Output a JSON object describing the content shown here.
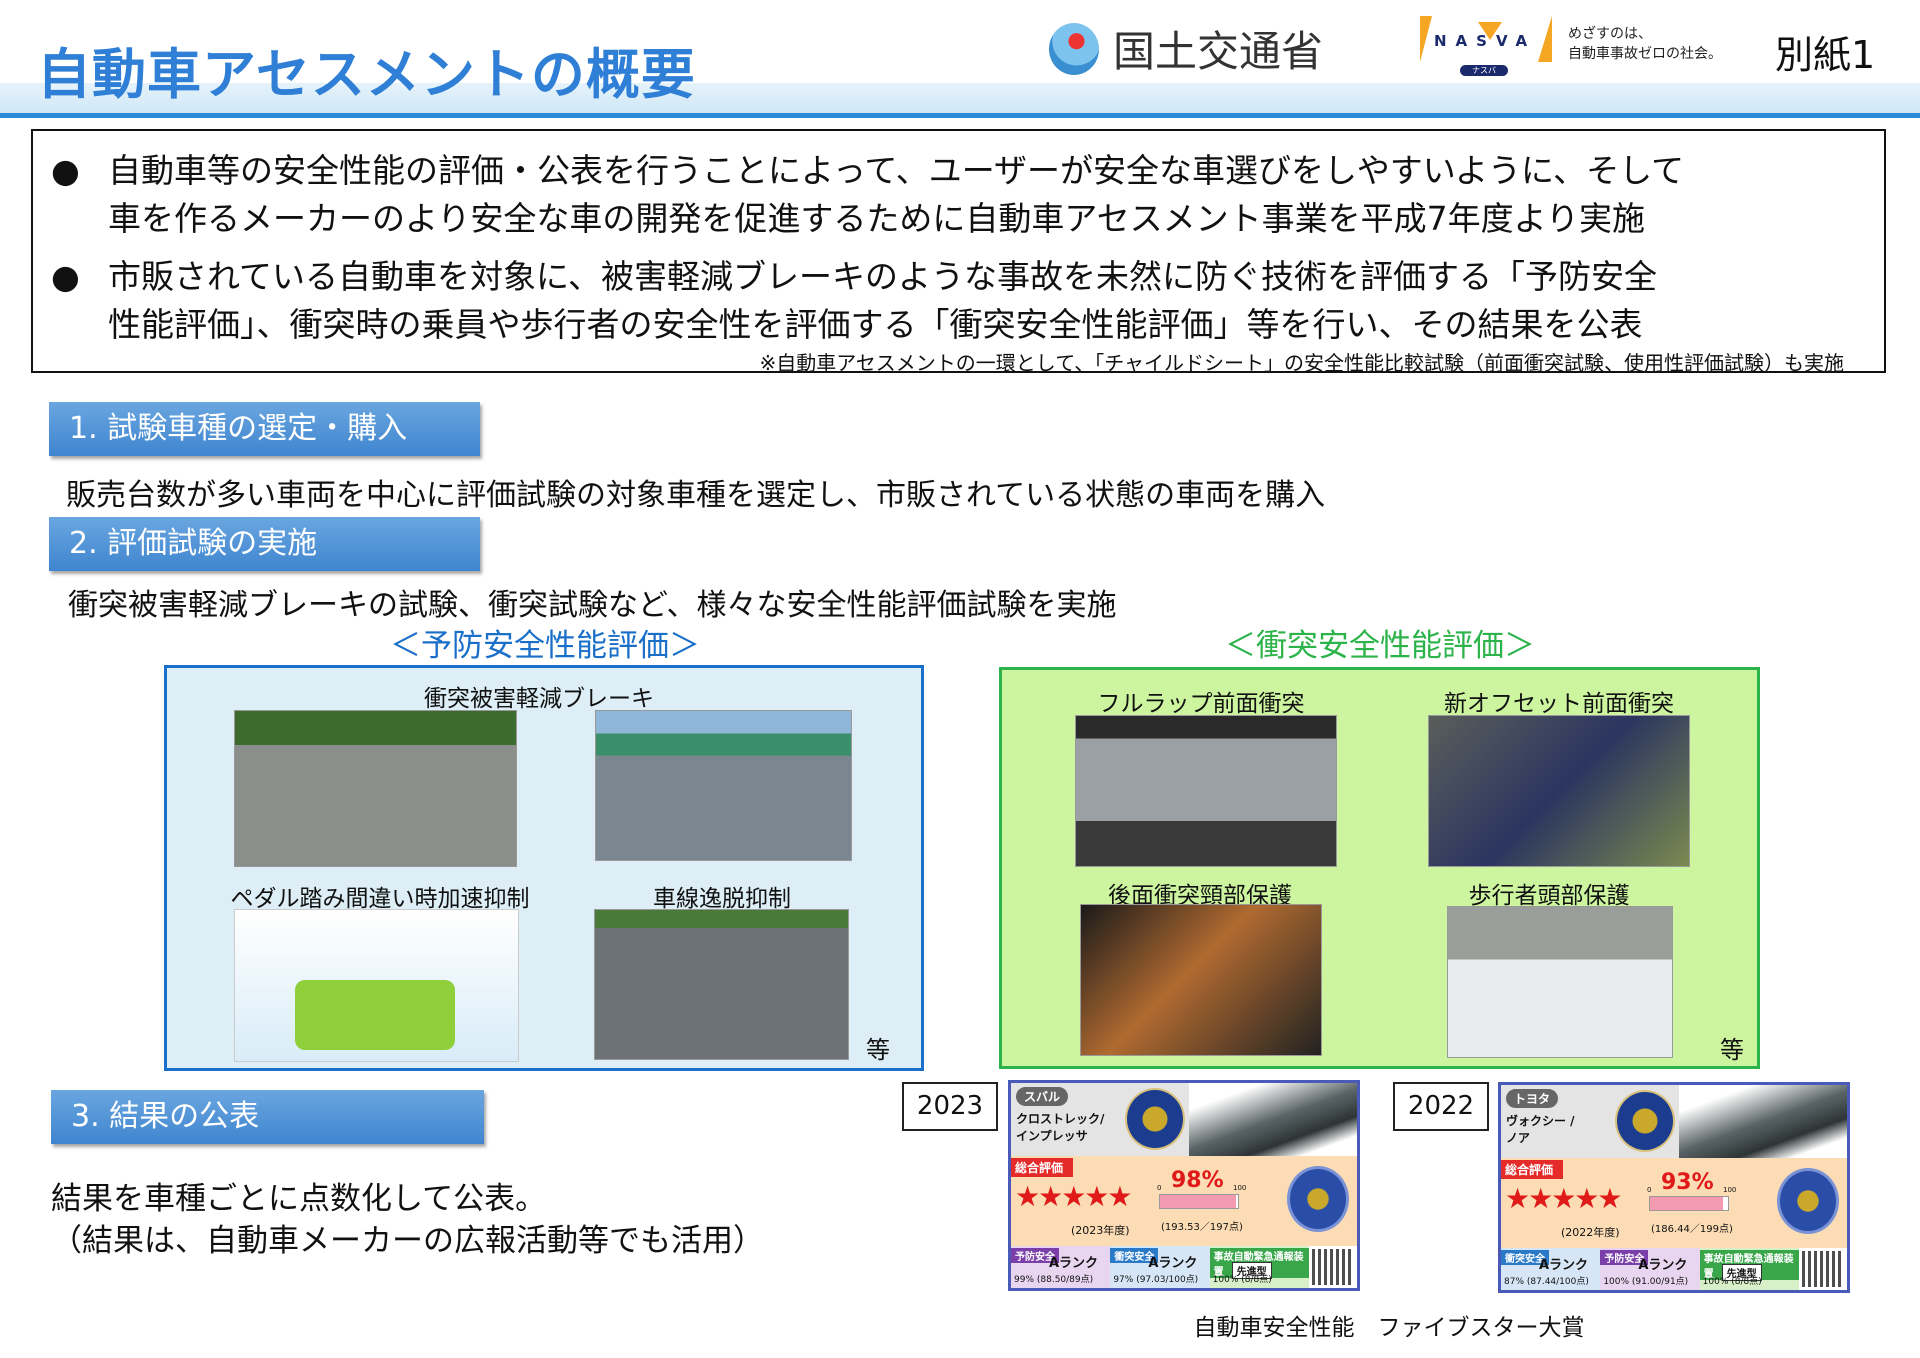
{
  "header": {
    "title": "自動車アセスメントの概要",
    "ministry": "国土交通省",
    "nasva_logo": "NASVA",
    "nasva_kana": "ナスバ",
    "tagline_1": "めざすのは、",
    "tagline_2": "自動車事故ゼロの社会。",
    "annex": "別紙1"
  },
  "intro": {
    "bullet_icon": "●",
    "lines": [
      "自動車等の安全性能の評価・公表を行うことによって、ユーザーが安全な車選びをしやすいように、そして",
      "車を作るメーカーのより安全な車の開発を促進するために自動車アセスメント事業を平成7年度より実施",
      "市販されている自動車を対象に、被害軽減ブレーキのような事故を未然に防ぐ技術を評価する「予防安全",
      "性能評価」、衝突時の乗員や歩行者の安全性を評価する「衝突安全性能評価」等を行い、その結果を公表"
    ],
    "note": "※自動車アセスメントの一環として、「チャイルドシート」の安全性能比較試験（前面衝突試験、使用性評価試験）も実施"
  },
  "sections": [
    {
      "heading": "1. 試験車種の選定・購入",
      "text": "販売台数が多い車両を中心に評価試験の対象車種を選定し、市販されている状態の車両を購入"
    },
    {
      "heading": "2. 評価試験の実施",
      "text": "衝突被害軽減ブレーキの試験、衝突試験など、様々な安全性能評価試験を実施"
    },
    {
      "heading": "3. 結果の公表",
      "text": "結果を車種ごとに点数化して公表。",
      "text2": "（結果は、自動車メーカーの広報活動等でも活用）"
    }
  ],
  "preventive": {
    "title": "＜予防安全性能評価＞",
    "color": "#1a6fc8",
    "items": [
      "衝突被害軽減ブレーキ",
      "ペダル踏み間違い時加速抑制",
      "車線逸脱抑制"
    ],
    "etc": "等"
  },
  "collision": {
    "title": "＜衝突安全性能評価＞",
    "color": "#2cb34a",
    "items": [
      "フルラップ前面衝突",
      "新オフセット前面衝突",
      "後面衝突頸部保護",
      "歩行者頭部保護"
    ],
    "etc": "等"
  },
  "awards": {
    "caption": "自動車安全性能　ファイブスター大賞",
    "overall_label": "総合評価",
    "stars": "★★★★★",
    "cards": [
      {
        "year": "2023",
        "maker": "スバル",
        "model_1": "クロストレック/",
        "model_2": "インプレッサ",
        "rating_year": "(2023年度)",
        "percent": "98%",
        "percent_value": 98,
        "points": "(193.53／197点)",
        "scale_min": "0",
        "scale_max": "100",
        "cells": [
          {
            "label": "予防安全",
            "rank": "Aランク",
            "value": "99% (88.50/89点)",
            "color": "#7a3fa8",
            "bg": "#e8d6f0"
          },
          {
            "label": "衝突安全",
            "rank": "Aランク",
            "value": "97% (97.03/100点)",
            "color": "#2a7ac8",
            "bg": "#d6e6f6"
          },
          {
            "label": "事故自動緊急通報装置",
            "rank": "先進型",
            "value": "100% (8/8点)",
            "color": "#3aa64a",
            "bg": "#d8f0c8"
          }
        ]
      },
      {
        "year": "2022",
        "maker": "トヨタ",
        "model_1": "ヴォクシー /",
        "model_2": "ノア",
        "rating_year": "(2022年度)",
        "percent": "93%",
        "percent_value": 93,
        "points": "(186.44／199点)",
        "scale_min": "0",
        "scale_max": "100",
        "cells": [
          {
            "label": "衝突安全",
            "rank": "Aランク",
            "value": "87% (87.44/100点)",
            "color": "#2a7ac8",
            "bg": "#d6e6f6"
          },
          {
            "label": "予防安全",
            "rank": "Aランク",
            "value": "100% (91.00/91点)",
            "color": "#7a3fa8",
            "bg": "#e8d6f0"
          },
          {
            "label": "事故自動緊急通報装置",
            "rank": "先進型",
            "value": "100% (8/8点)",
            "color": "#3aa64a",
            "bg": "#d8f0c8"
          }
        ]
      }
    ]
  }
}
